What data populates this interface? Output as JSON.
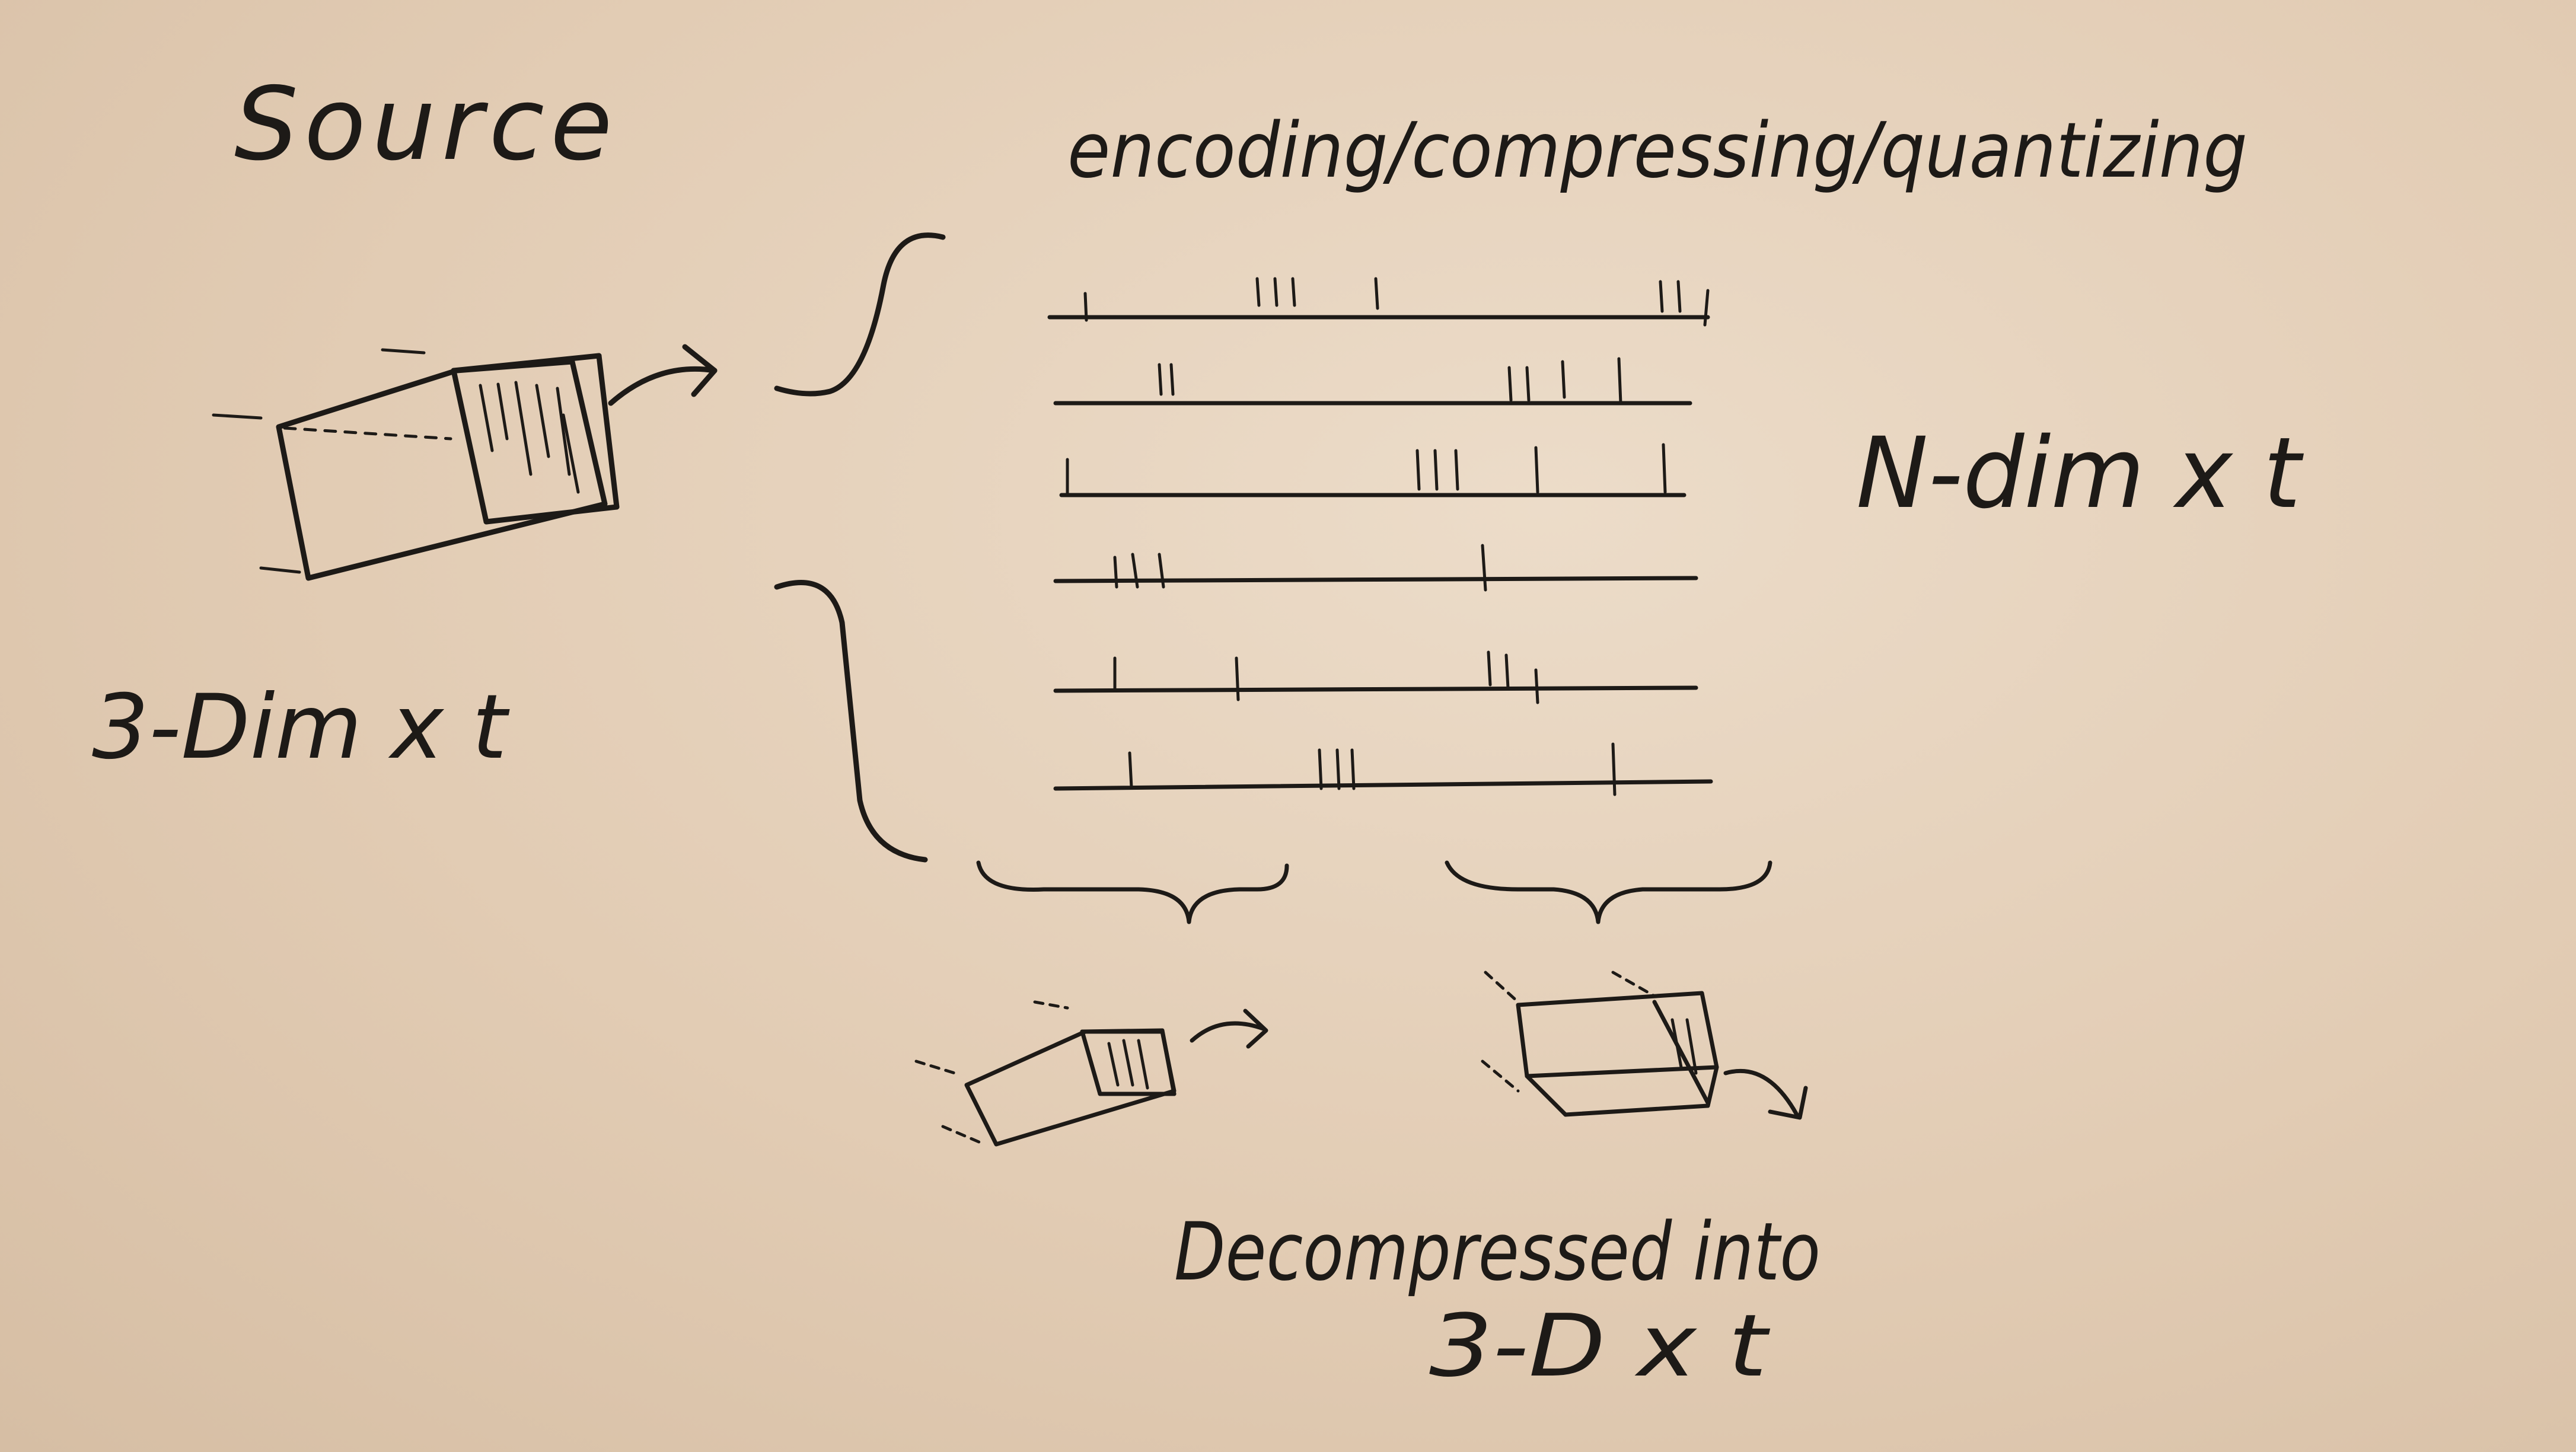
{
  "labels": {
    "source": "Source",
    "encoding": "encoding/compressing/quantizing",
    "source_dims": "3-Dim x t",
    "encoded_dims": "N-dim x t",
    "decompressed_line1": "Decompressed into",
    "decompressed_line2": "3-D x t"
  },
  "ink_color": "#1d1a17",
  "paper_color": "#e6d4bf"
}
